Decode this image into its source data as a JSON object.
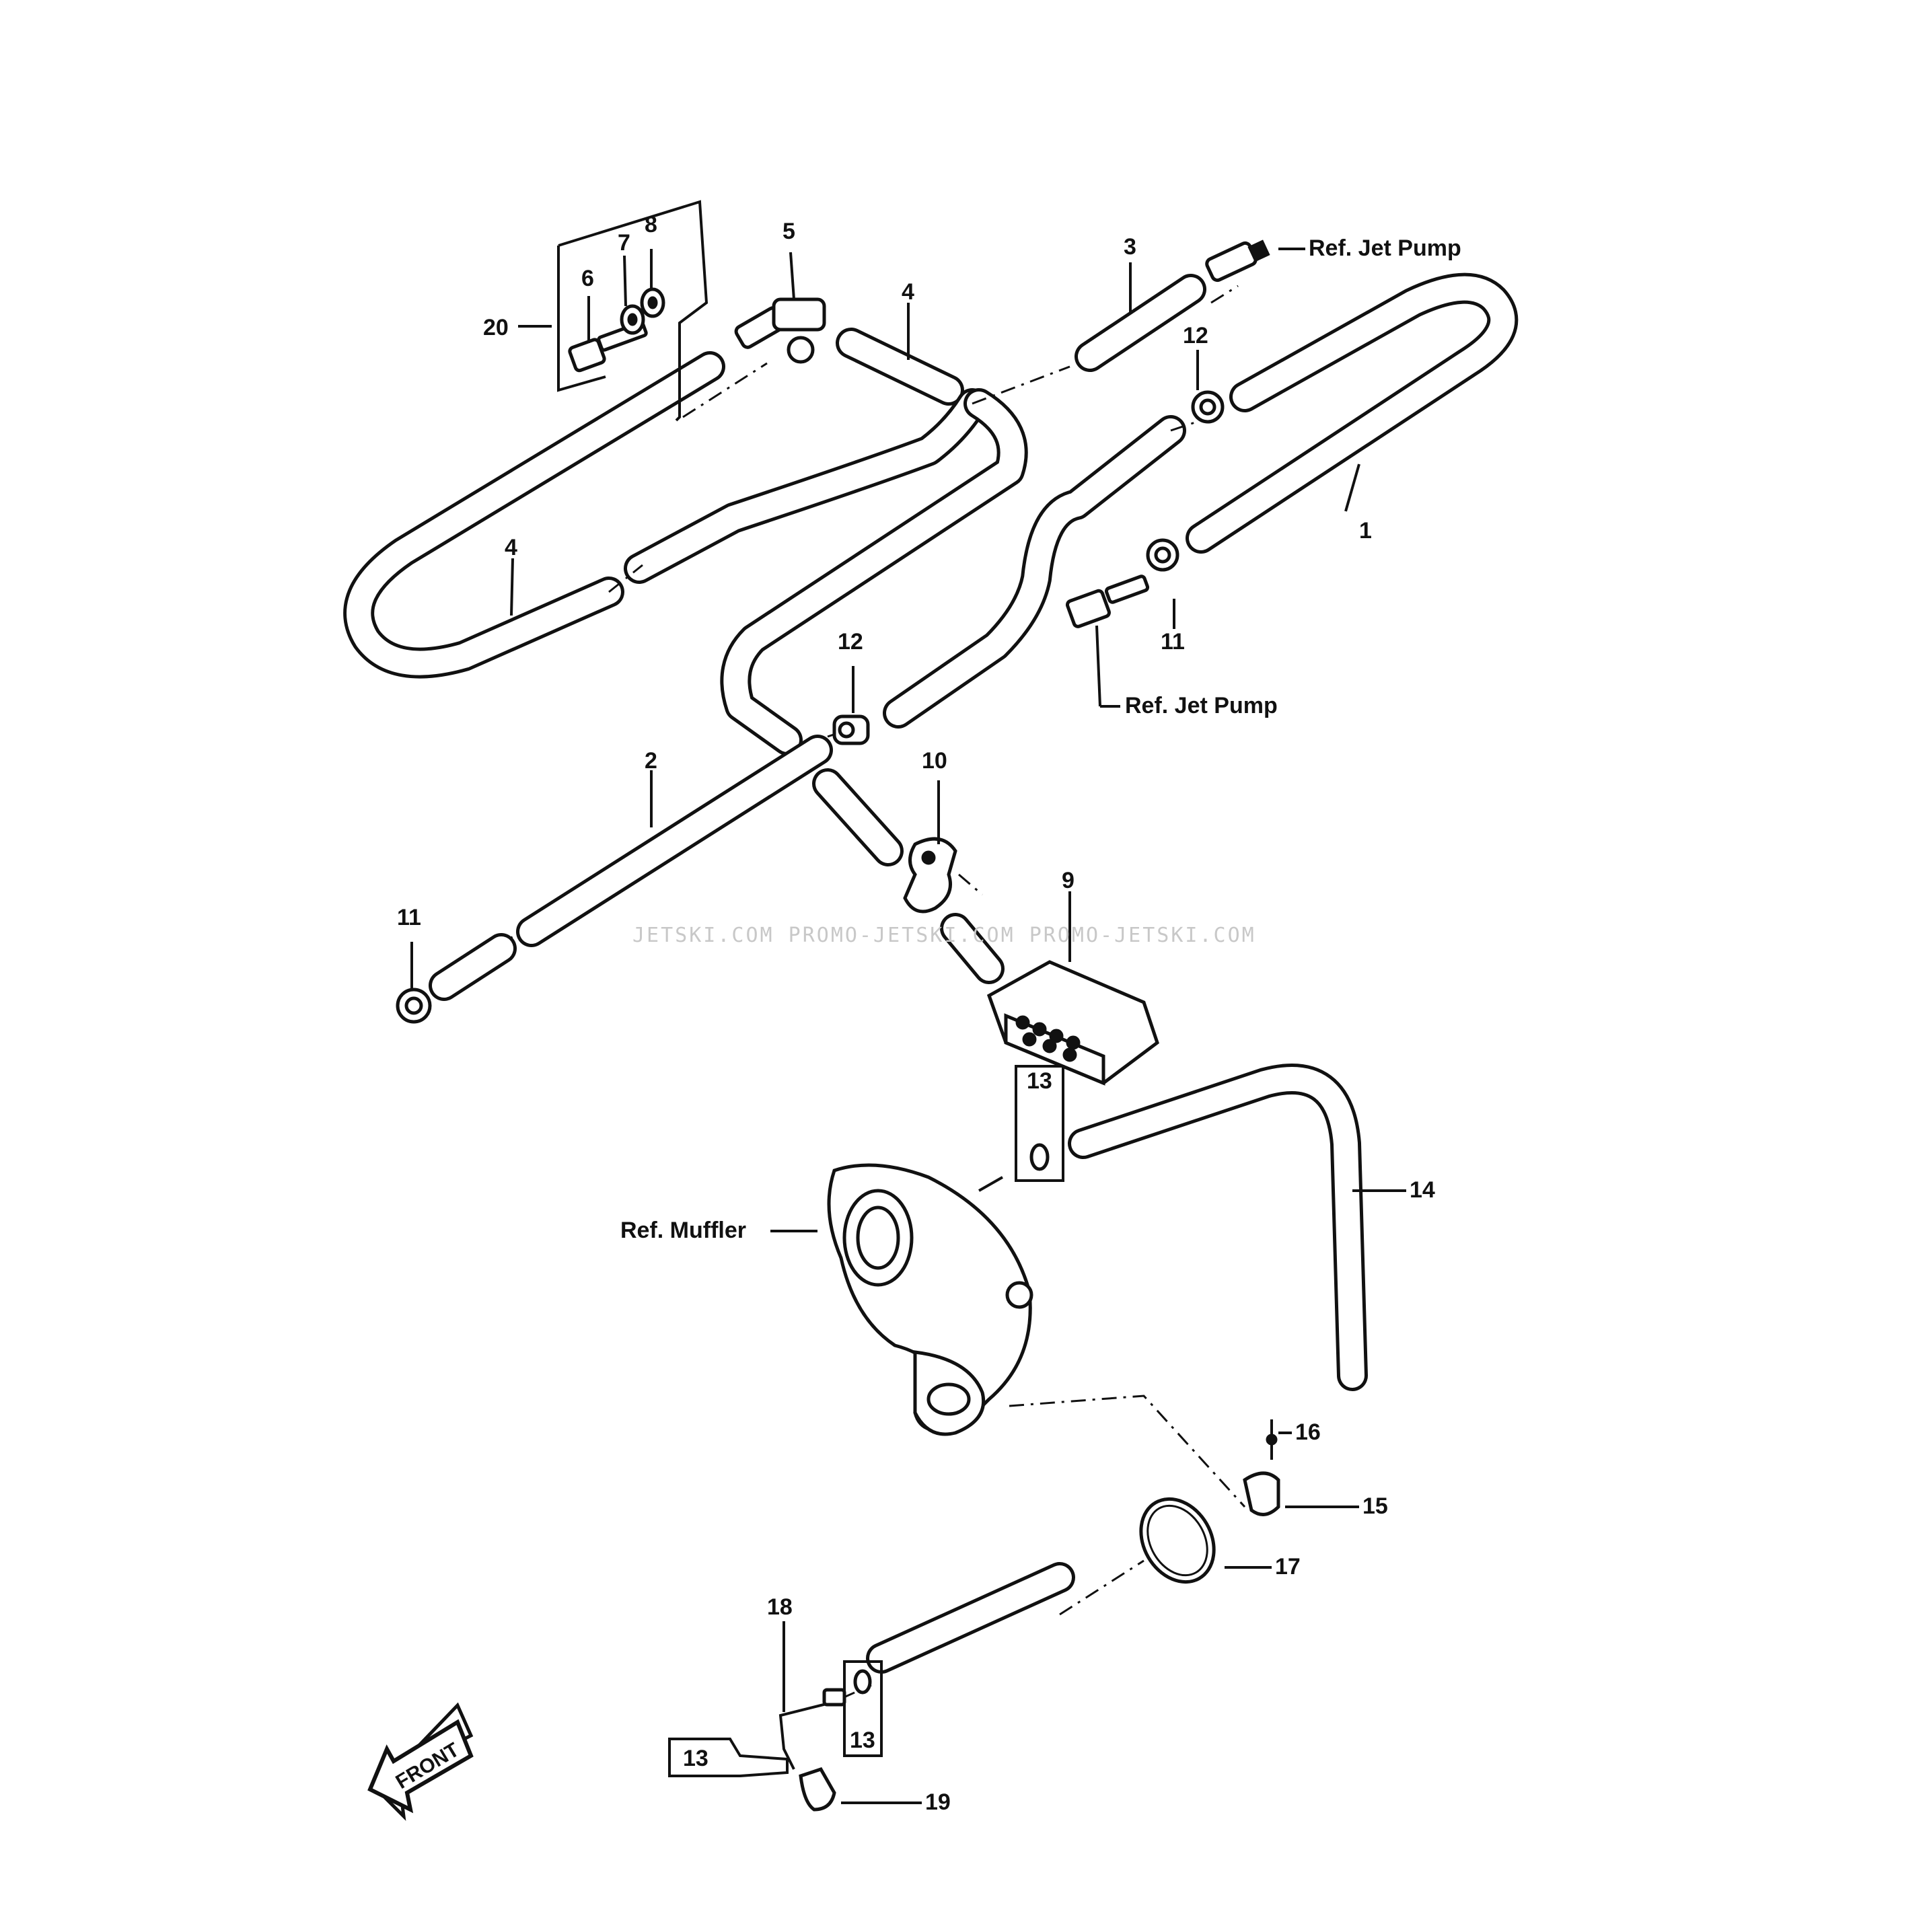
{
  "diagram": {
    "labels": {
      "n1": "1",
      "n2": "2",
      "n3": "3",
      "n4a": "4",
      "n4b": "4",
      "n5": "5",
      "n6": "6",
      "n7": "7",
      "n8": "8",
      "n9": "9",
      "n10": "10",
      "n11a": "11",
      "n11b": "11",
      "n12a": "12",
      "n12b": "12",
      "n13a": "13",
      "n13b": "13",
      "n13c": "13",
      "n14": "14",
      "n15": "15",
      "n16": "16",
      "n17": "17",
      "n18": "18",
      "n19": "19",
      "n20": "20"
    },
    "refs": {
      "jet_pump_top": "Ref. Jet Pump",
      "jet_pump_mid": "Ref. Jet Pump",
      "muffler": "Ref. Muffler"
    },
    "front_badge": "FRONT",
    "watermark": "JETSKI.COM  PROMO-JETSKI.COM  PROMO-JETSKI.COM"
  }
}
